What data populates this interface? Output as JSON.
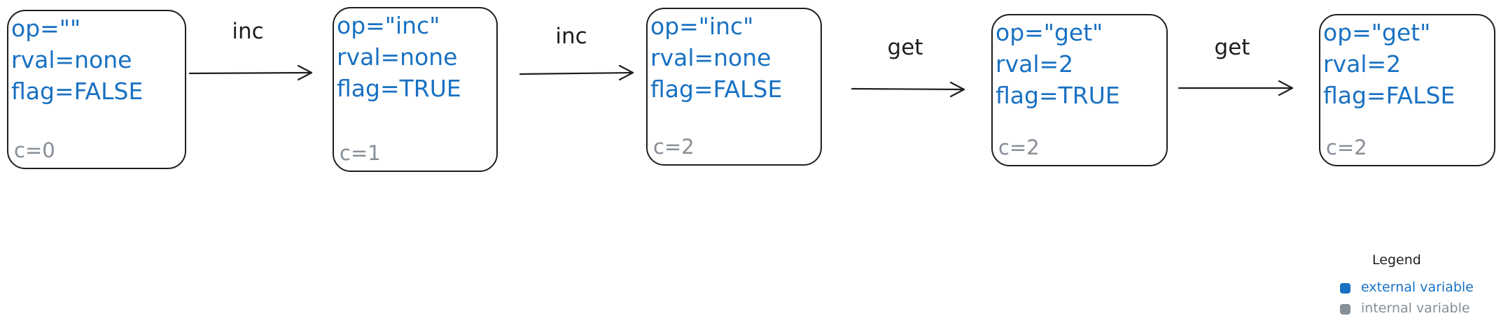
{
  "colors": {
    "external": "#1971c2",
    "internal": "#868e96",
    "stroke": "#1e1e1e"
  },
  "states": [
    {
      "op": "op=\"\"",
      "rval": "rval=none",
      "flag": "flag=FALSE",
      "c": "c=0"
    },
    {
      "op": "op=\"inc\"",
      "rval": "rval=none",
      "flag": "flag=TRUE",
      "c": "c=1"
    },
    {
      "op": "op=\"inc\"",
      "rval": "rval=none",
      "flag": "flag=FALSE",
      "c": "c=2"
    },
    {
      "op": "op=\"get\"",
      "rval": "rval=2",
      "flag": "flag=TRUE",
      "c": "c=2"
    },
    {
      "op": "op=\"get\"",
      "rval": "rval=2",
      "flag": "flag=FALSE",
      "c": "c=2"
    }
  ],
  "transitions": [
    {
      "label": "inc"
    },
    {
      "label": "inc"
    },
    {
      "label": "get"
    },
    {
      "label": "get"
    }
  ],
  "legend": {
    "title": "Legend",
    "items": [
      {
        "label": "external variable",
        "color": "#1971c2"
      },
      {
        "label": "internal variable",
        "color": "#868e96"
      }
    ]
  }
}
